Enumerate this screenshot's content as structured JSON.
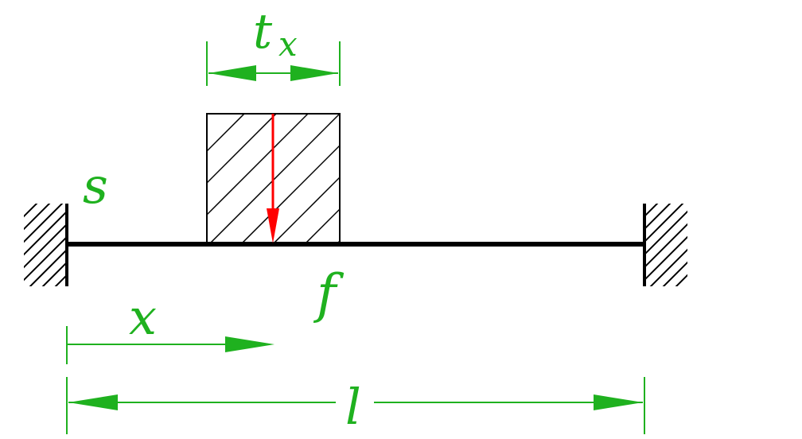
{
  "labels": {
    "s": "s",
    "f": "f",
    "x": "x",
    "l": "l",
    "t": "t",
    "t_sub": "x"
  },
  "colors": {
    "dimension": "#1fb11f",
    "force": "#ff0000",
    "structure": "#000000"
  }
}
